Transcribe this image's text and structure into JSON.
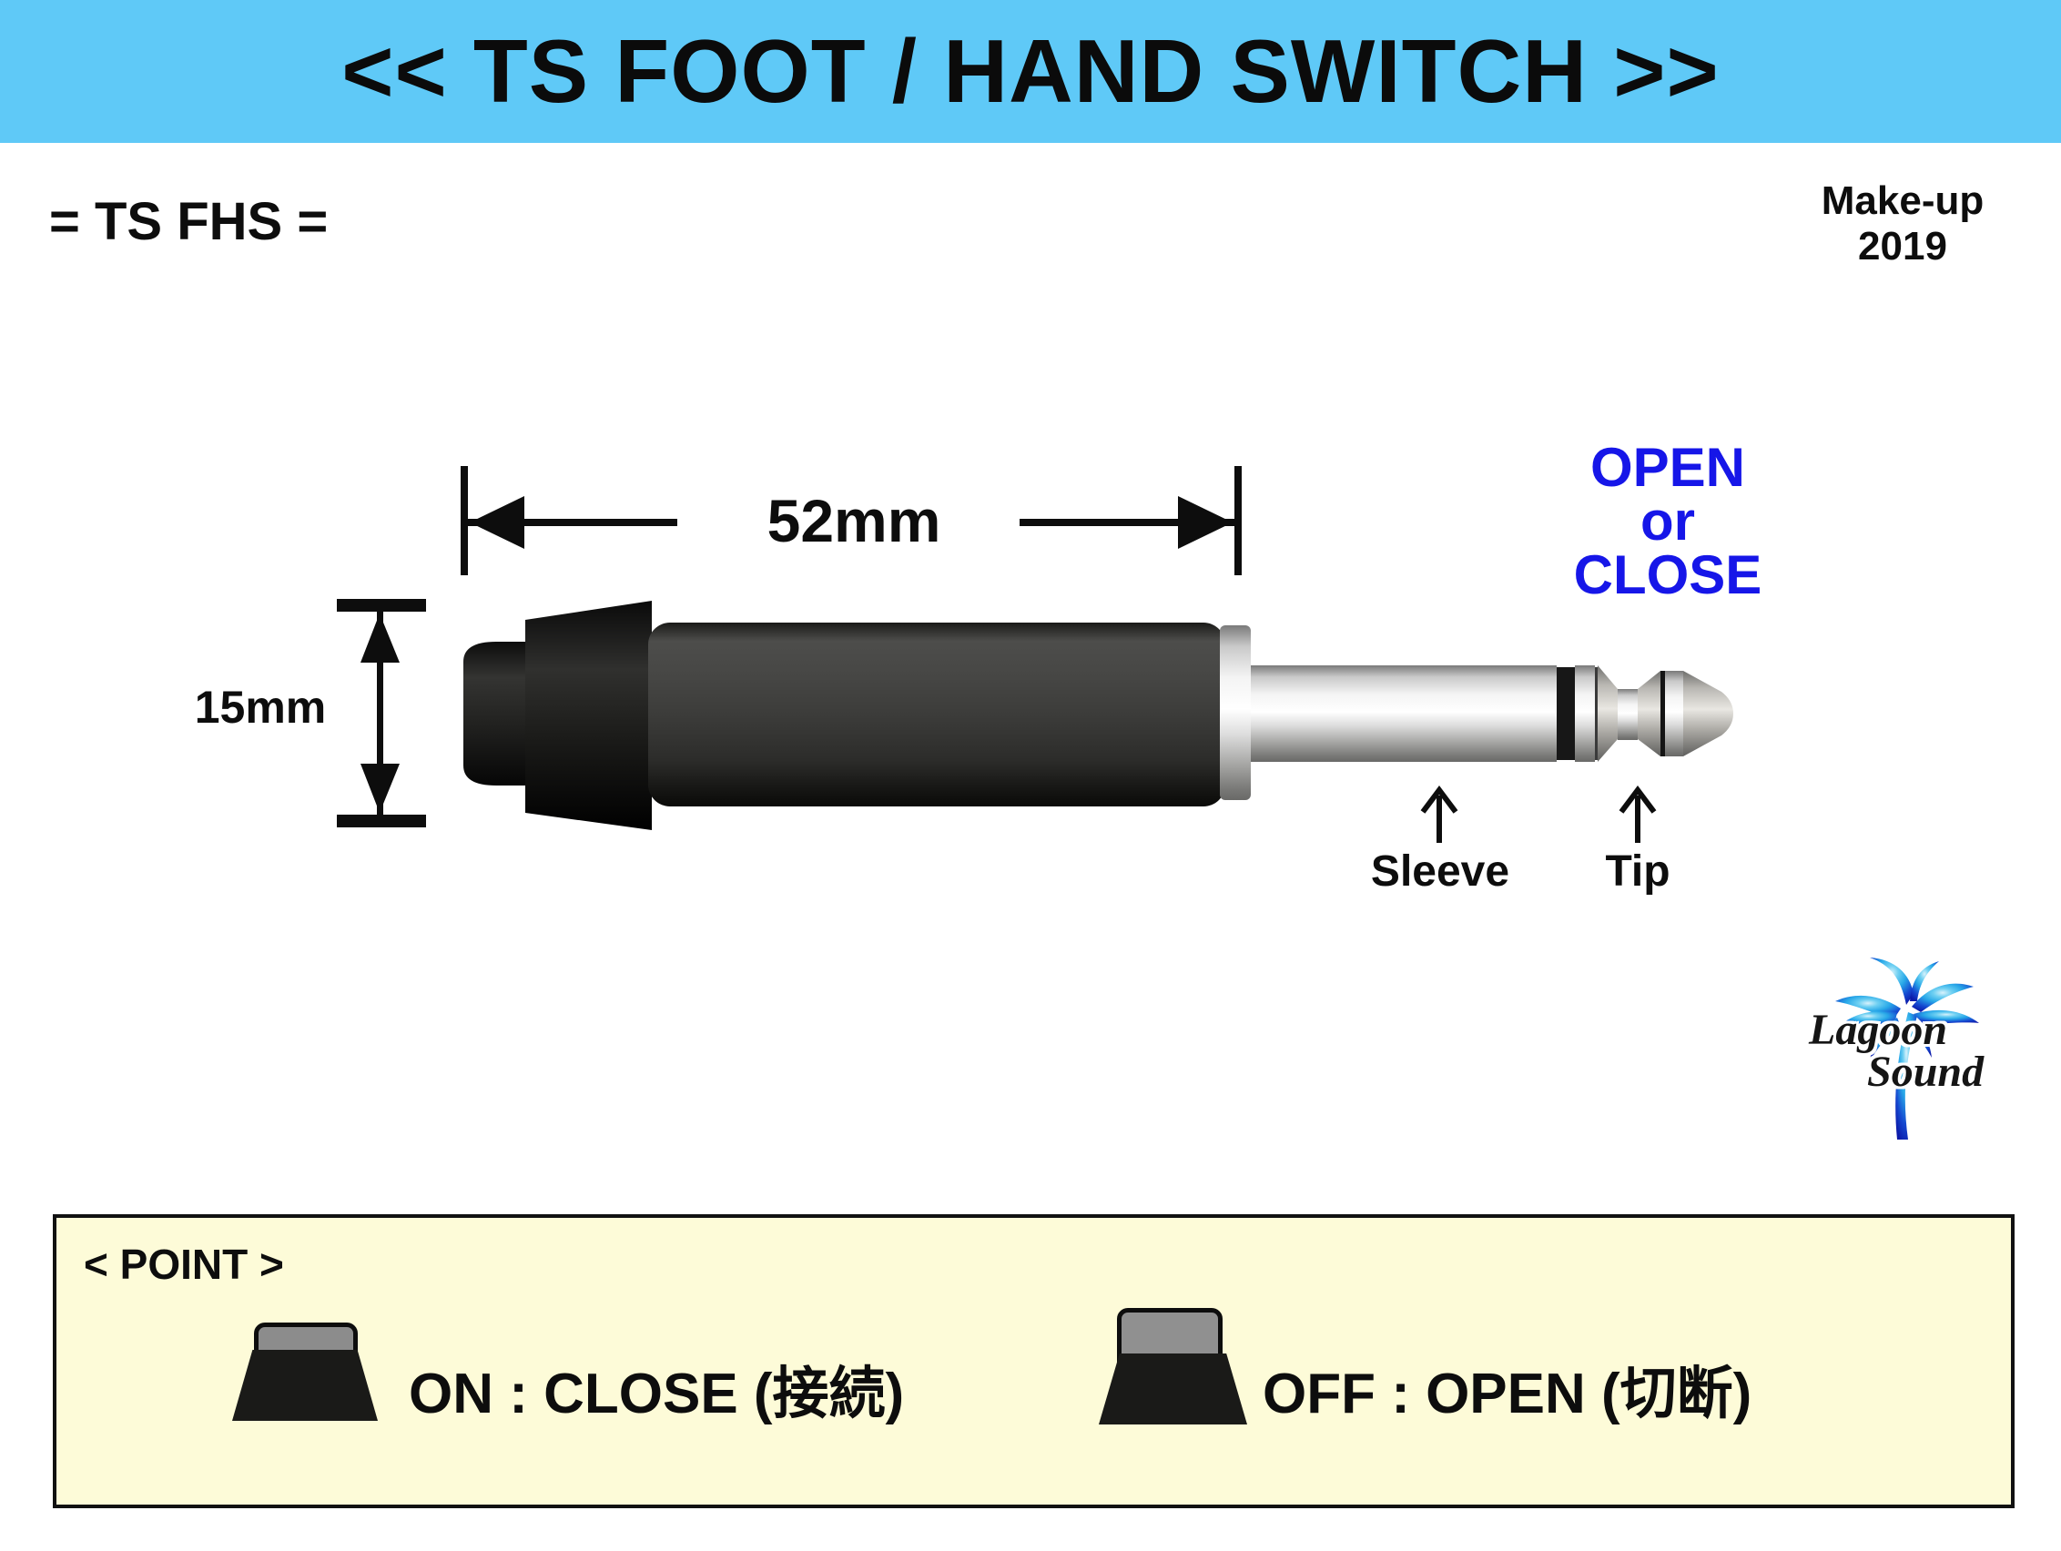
{
  "banner": {
    "title": "<< TS FOOT / HAND SWITCH >>",
    "bg_color": "#5fc9f7"
  },
  "header": {
    "model_code": "= TS FHS =",
    "makeup": {
      "line1": "Make-up",
      "line2": "2019"
    }
  },
  "diagram": {
    "length_label": "52mm",
    "diameter_label": "15mm",
    "state": {
      "line1": "OPEN",
      "line2": "or",
      "line3": "CLOSE"
    },
    "state_color": "#1616e8",
    "sleeve_label": "Sleeve",
    "tip_label": "Tip"
  },
  "logo": {
    "line1": "Lagoon",
    "line2": "Sound"
  },
  "point_panel": {
    "heading": "< POINT >",
    "bg_color": "#fdfbd8",
    "items": [
      {
        "state": "ON",
        "label": "ON : CLOSE (接続)"
      },
      {
        "state": "OFF",
        "label": "OFF : OPEN (切断)"
      }
    ]
  }
}
